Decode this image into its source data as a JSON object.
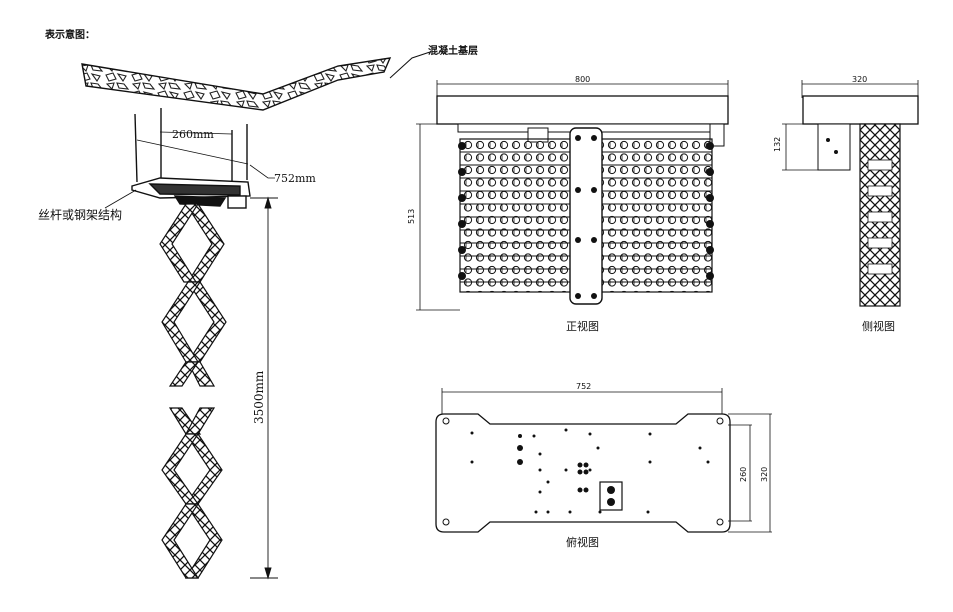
{
  "header": {
    "title": "表示意图："
  },
  "labels": {
    "concrete": "混凝土基层",
    "structure": "丝杆或钢架结构",
    "dim_260": "260mm",
    "dim_752": "752mm",
    "dim_3500": "3500mm"
  },
  "front_view": {
    "caption": "正视图",
    "width": "800",
    "height": "513"
  },
  "side_view": {
    "caption": "侧视图",
    "width": "320",
    "height": "132"
  },
  "top_view": {
    "caption": "俯视图",
    "width": "752",
    "inner_height": "260",
    "outer_height": "320"
  }
}
